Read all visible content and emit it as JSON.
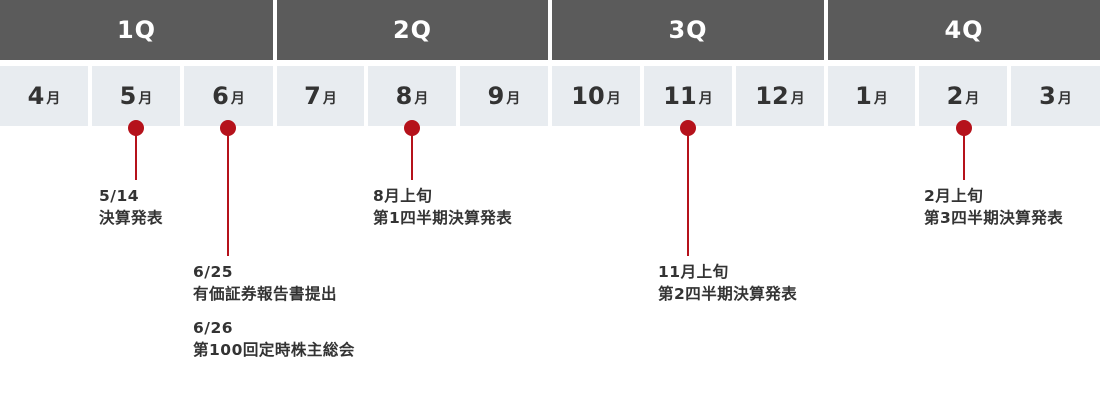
{
  "quarters": [
    {
      "label": "1Q"
    },
    {
      "label": "2Q"
    },
    {
      "label": "3Q"
    },
    {
      "label": "4Q"
    }
  ],
  "months": [
    {
      "num": "4",
      "unit": "月"
    },
    {
      "num": "5",
      "unit": "月"
    },
    {
      "num": "6",
      "unit": "月"
    },
    {
      "num": "7",
      "unit": "月"
    },
    {
      "num": "8",
      "unit": "月"
    },
    {
      "num": "9",
      "unit": "月"
    },
    {
      "num": "10",
      "unit": "月"
    },
    {
      "num": "11",
      "unit": "月"
    },
    {
      "num": "12",
      "unit": "月"
    },
    {
      "num": "1",
      "unit": "月"
    },
    {
      "num": "2",
      "unit": "月"
    },
    {
      "num": "3",
      "unit": "月"
    }
  ],
  "events": [
    {
      "month": "5",
      "date": "5/14",
      "title": "決算発表"
    },
    {
      "month": "6",
      "date": "6/25",
      "title": "有価証券報告書提出",
      "date2": "6/26",
      "title2": "第100回定時株主総会"
    },
    {
      "month": "8",
      "date": "8月上旬",
      "title": "第1四半期決算発表"
    },
    {
      "month": "11",
      "date": "11月上旬",
      "title": "第2四半期決算発表"
    },
    {
      "month": "2",
      "date": "2月上旬",
      "title": "第3四半期決算発表"
    }
  ],
  "colors": {
    "quarter_bg": "#5b5b5b",
    "month_bg": "#e8ecf0",
    "accent": "#b5121b",
    "text": "#333333"
  }
}
